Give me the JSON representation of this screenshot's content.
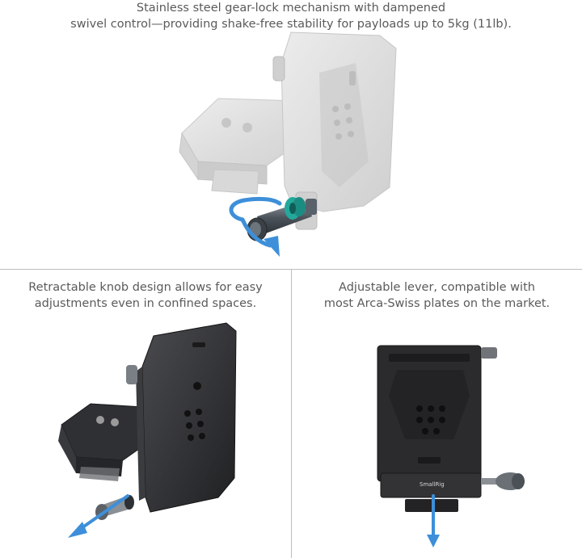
{
  "top_panel": {
    "caption_line1": "Stainless steel gear-lock mechanism with dampened",
    "caption_line2": "swivel control—providing shake-free stability for payloads up to 5kg (11lb)."
  },
  "left_panel": {
    "caption_line1": "Retractable knob design allows for easy",
    "caption_line2": "adjustments even in confined spaces."
  },
  "right_panel": {
    "caption_line1": "Adjustable lever, compatible with",
    "caption_line2": "most Arca-Swiss plates on the market.",
    "brand_label": "SmallRig"
  },
  "colors": {
    "arrow": "#3d8fd9",
    "gear": "#23a89c",
    "metal_dark": "#2b2b2d",
    "metal_ghost": "#d9d9d9"
  }
}
